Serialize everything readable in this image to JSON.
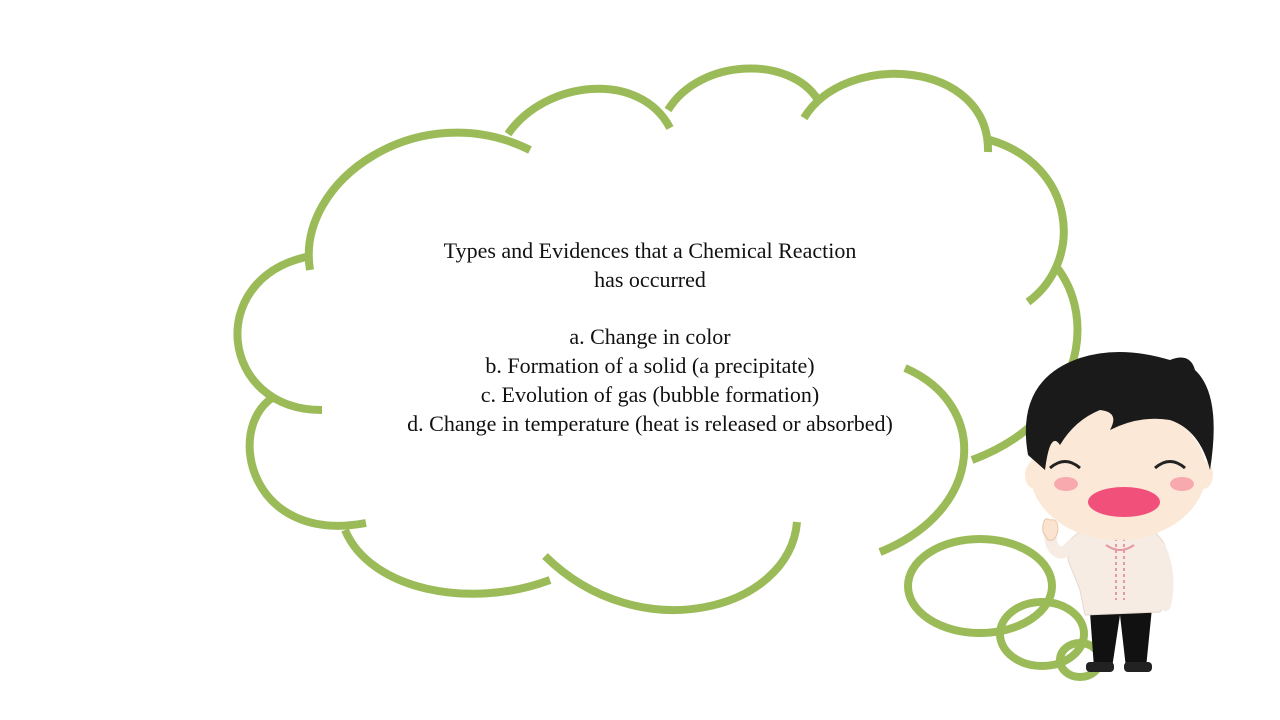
{
  "slide": {
    "title_line1": "Types and Evidences that a Chemical Reaction",
    "title_line2": "has occurred",
    "items": [
      "a. Change in color",
      "b. Formation of a solid (a precipitate)",
      "c. Evolution of gas (bubble formation)",
      "d. Change in temperature (heat is released or absorbed)"
    ]
  },
  "colors": {
    "cloud_outline": "#9bbb59",
    "background": "#ffffff",
    "hair": "#1a1a1a",
    "mouth": "#f0507a",
    "cheeks": "#f7a9ae",
    "shirt": "#f6ece4",
    "embroidery": "#e79aa0",
    "pants": "#111111"
  }
}
